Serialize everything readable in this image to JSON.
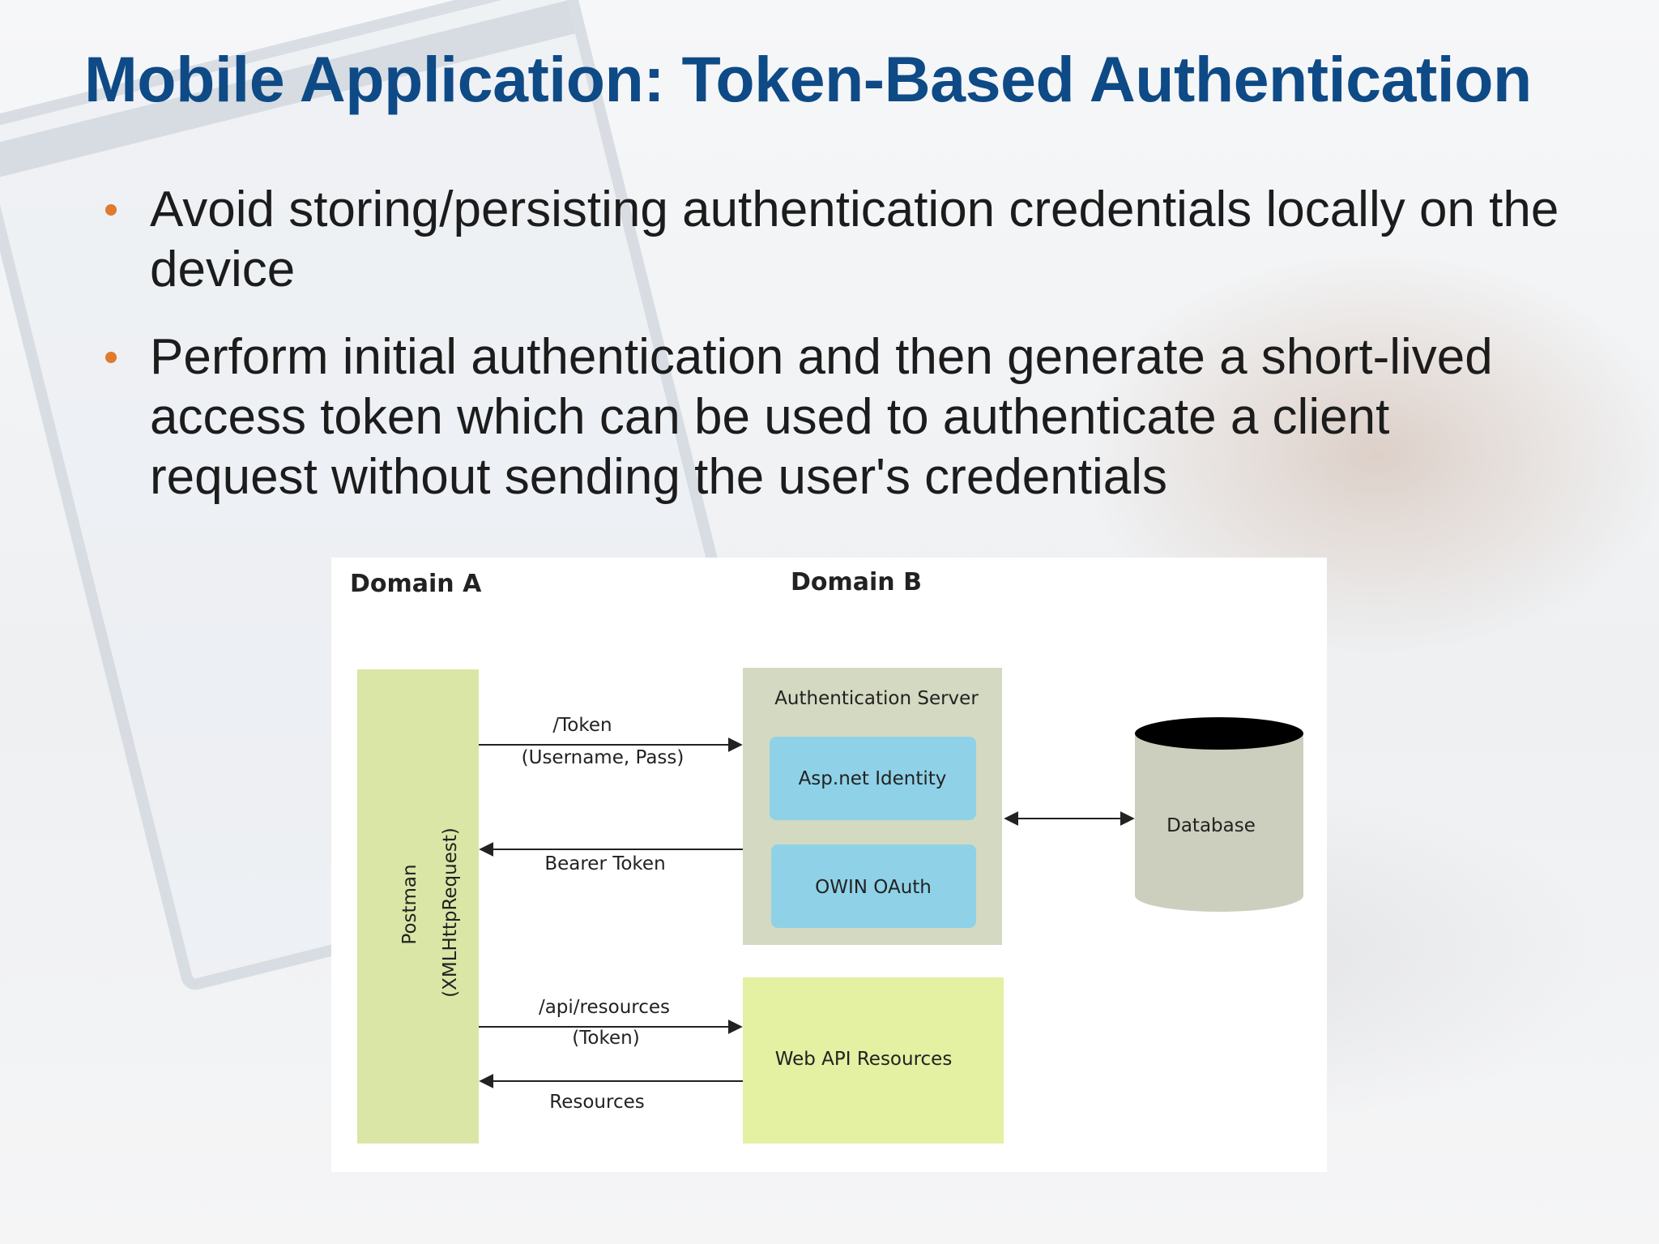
{
  "slide": {
    "title": "Mobile Application: Token-Based Authentication",
    "bullets": [
      "Avoid storing/persisting authentication credentials locally on the device",
      "Perform initial authentication and then generate a short-lived access token which can be used to authenticate a client request without sending the user's credentials"
    ]
  },
  "diagram": {
    "domain_a_label": "Domain A",
    "domain_b_label": "Domain B",
    "client": {
      "line1": "Postman",
      "line2": "(XMLHttpRequest)"
    },
    "auth_server": {
      "label": "Authentication Server",
      "components": [
        "Asp.net Identity",
        "OWIN OAuth"
      ]
    },
    "database_label": "Database",
    "web_api_label": "Web API Resources",
    "arrows": {
      "token_request": [
        "/Token",
        "(Username, Pass)"
      ],
      "token_response": "Bearer Token",
      "resource_request": [
        "/api/resources",
        "(Token)"
      ],
      "resource_response": "Resources"
    },
    "colors": {
      "client_fill": "#d9e6a6",
      "auth_fill": "#d4d9c1",
      "component_fill": "#8fd2e8",
      "database_fill": "#cccfbd",
      "database_top": "#000000",
      "web_api_fill": "#e4f0a2"
    }
  }
}
